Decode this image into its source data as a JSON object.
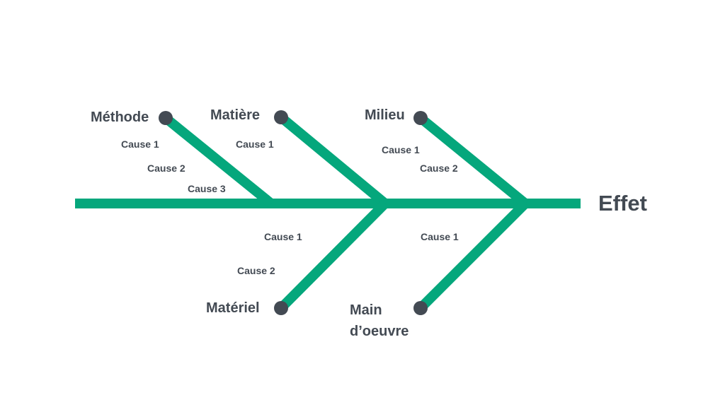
{
  "effect": "Effet",
  "categories": {
    "methode": {
      "label": "Méthode",
      "causes": [
        "Cause 1",
        "Cause 2",
        "Cause 3"
      ]
    },
    "matiere": {
      "label": "Matière",
      "causes": [
        "Cause 1"
      ]
    },
    "milieu": {
      "label": "Milieu",
      "causes": [
        "Cause 1",
        "Cause 2"
      ]
    },
    "materiel": {
      "label": "Matériel",
      "causes": [
        "Cause 1",
        "Cause 2"
      ]
    },
    "main_doeuvre": {
      "label_line1": "Main",
      "label_line2": "d’oeuvre",
      "causes": [
        "Cause 1"
      ]
    }
  },
  "colors": {
    "bone": "#05a77c",
    "node": "#434a53",
    "text": "#434a53"
  }
}
